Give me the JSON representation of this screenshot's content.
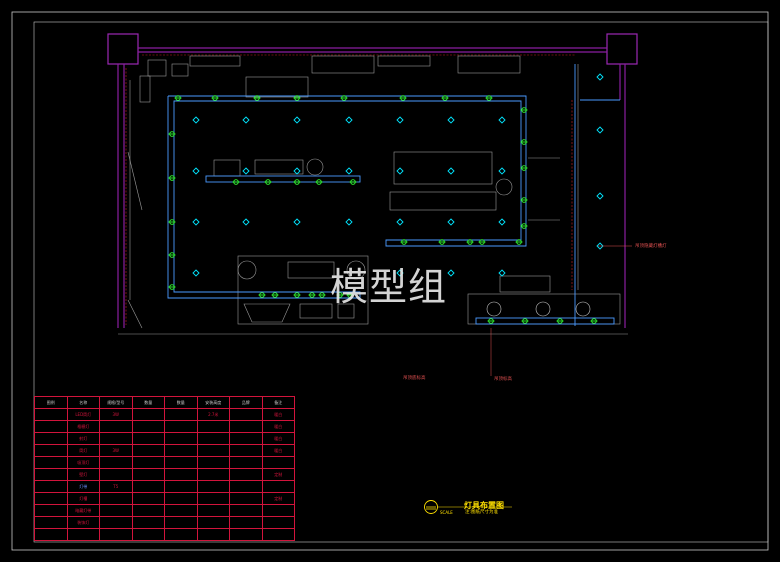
{
  "watermark": "模型组",
  "title": "灯具布置图",
  "subtitle": "注:图纸尺寸为准",
  "scale_label": "SCALE",
  "annotations": {
    "right_note": "吊顶隐藏灯槽灯",
    "bottom_note_1": "吊顶底标高",
    "bottom_note_2": "吊顶标高"
  },
  "table": {
    "headers": [
      "图例",
      "名称",
      "规格/型号",
      "数量",
      "数量",
      "安装高度",
      "品牌",
      "备注"
    ],
    "rows": [
      [
        "",
        "LED筒灯",
        "3W",
        "",
        "",
        "2.7米",
        "",
        "暖白"
      ],
      [
        "",
        "格栅灯",
        "",
        "",
        "",
        "",
        "",
        "暖白"
      ],
      [
        "",
        "射灯",
        "",
        "",
        "",
        "",
        "",
        "暖白"
      ],
      [
        "",
        "筒灯",
        "3W",
        "",
        "",
        "",
        "",
        "暖白"
      ],
      [
        "",
        "吸顶灯",
        "",
        "",
        "",
        "",
        "",
        ""
      ],
      [
        "",
        "壁灯",
        "",
        "",
        "",
        "",
        "",
        "定制"
      ],
      [
        "",
        "灯带",
        "T5",
        "",
        "",
        "",
        "",
        ""
      ],
      [
        "",
        "灯槽",
        "",
        "",
        "",
        "",
        "",
        "定制"
      ],
      [
        "",
        "暗藏灯带",
        "",
        "",
        "",
        "",
        "",
        ""
      ],
      [
        "",
        "装饰灯",
        "",
        "",
        "",
        "",
        "",
        ""
      ],
      [
        "",
        "",
        "",
        "",
        "",
        "",
        "",
        ""
      ]
    ]
  },
  "colors": {
    "wall": "#8a1ea0",
    "light": "#00e5ff",
    "fixture": "#33ff33",
    "strip": "#4a9aff",
    "table": "#d2143c",
    "title": "#ffe000"
  }
}
